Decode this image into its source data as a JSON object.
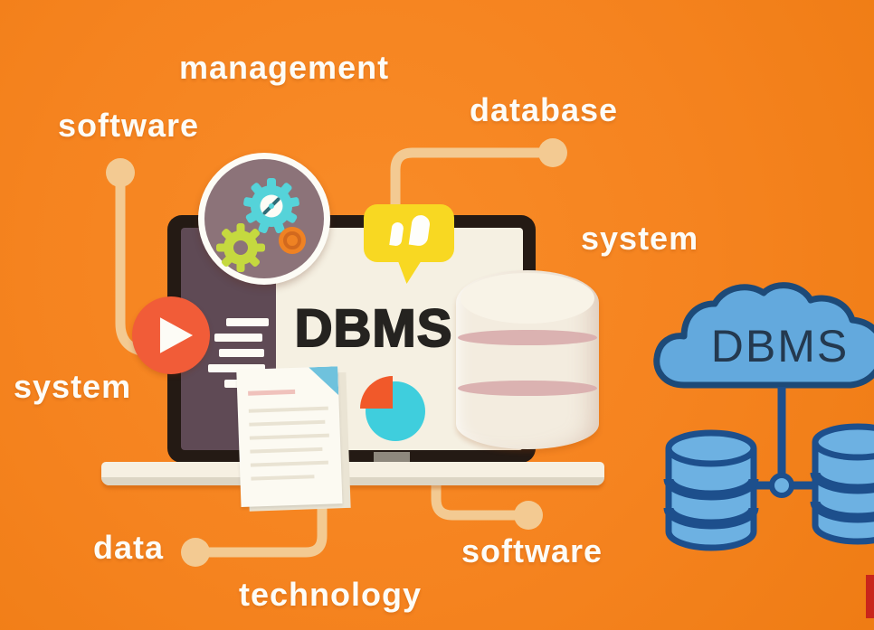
{
  "scene": {
    "type": "flat illustration",
    "topic": "DBMS (Database Management System) concept art on orange background"
  },
  "labels": {
    "management": "management",
    "software_top": "software",
    "database": "database",
    "system_right": "system",
    "system_left": "system",
    "data": "data",
    "technology": "technology",
    "software_bottom": "software"
  },
  "laptop": {
    "screen_text": "DBMS"
  },
  "cloud": {
    "text": "DBMS"
  },
  "icons": [
    "gears-icon",
    "play-icon",
    "chat-phone-icon",
    "pie-chart-icon",
    "document-icon",
    "cream-database-icon",
    "blue-database-icon",
    "cloud-icon"
  ],
  "colors": {
    "background": "#f5831f",
    "connector_tan": "#f3ca92",
    "label_text": "#fdfcf7",
    "laptop_bezel": "#241a14",
    "sidebar_plum": "#5f4a55",
    "screen_cream": "#f5f0e2",
    "bubble_yellow": "#f8d822",
    "play_orange": "#f15c38",
    "teal": "#3fcedd",
    "pie_orange": "#f1592a",
    "gear_green": "#c5d93f",
    "gear_badge_bg": "#8c7379",
    "cloud_blue": "#63a9dd",
    "db_outline_navy": "#1d4f8c",
    "cream_cylinder": "#f3ecdf",
    "cylinder_band_pink": "#d9adad",
    "red_bar": "#c9251b"
  }
}
